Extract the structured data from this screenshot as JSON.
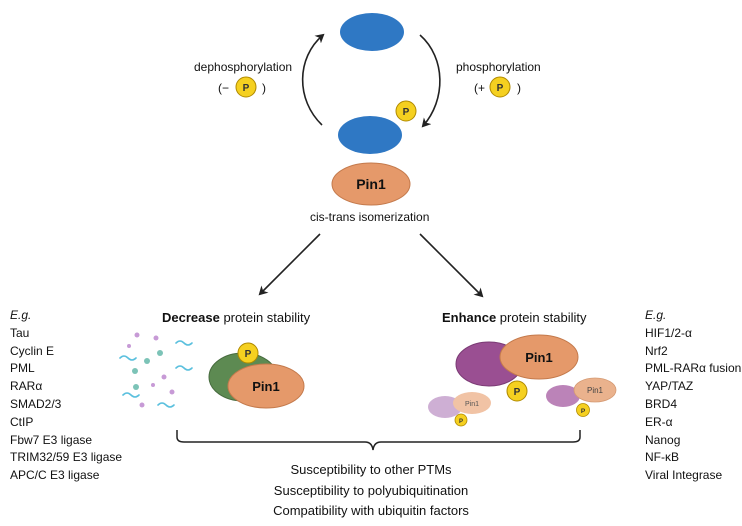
{
  "top": {
    "dephos_label": "dephosphorylation",
    "dephos_sign": "(−",
    "dephos_close": ")",
    "phos_label": "phosphorylation",
    "phos_sign": "(+",
    "phos_close": ")",
    "phosphate_letter": "P",
    "pin1": "Pin1",
    "isomerization": "cis-trans isomerization"
  },
  "left": {
    "eg": "E.g.",
    "items": [
      "Tau",
      "Cyclin E",
      "PML",
      "RARα",
      "SMAD2/3",
      "CtIP",
      "Fbw7 E3 ligase",
      "TRIM32/59 E3 ligase",
      "APC/C E3 ligase"
    ],
    "header_bold": "Decrease",
    "header_rest": " protein stability",
    "pin1": "Pin1",
    "p": "P"
  },
  "right": {
    "eg": "E.g.",
    "items": [
      "HIF1/2-α",
      "Nrf2",
      "PML-RARα fusion",
      "YAP/TAZ",
      "BRD4",
      "ER-α",
      "Nanog",
      "NF-κB",
      "Viral Integrase"
    ],
    "header_bold": "Enhance",
    "header_rest": " protein stability",
    "pin1": "Pin1",
    "pin1_small": "Pin1",
    "p": "P"
  },
  "outcomes": [
    "Susceptibility to other PTMs",
    "Susceptibility to polyubiquitination",
    "Compatibility with ubiquitin factors"
  ],
  "colors": {
    "blue": "#2f78c4",
    "pin1_orange": "#e5996a",
    "phosphate_yellow": "#f5d020",
    "green": "#5d8a52",
    "purple": "#9a4f92"
  }
}
